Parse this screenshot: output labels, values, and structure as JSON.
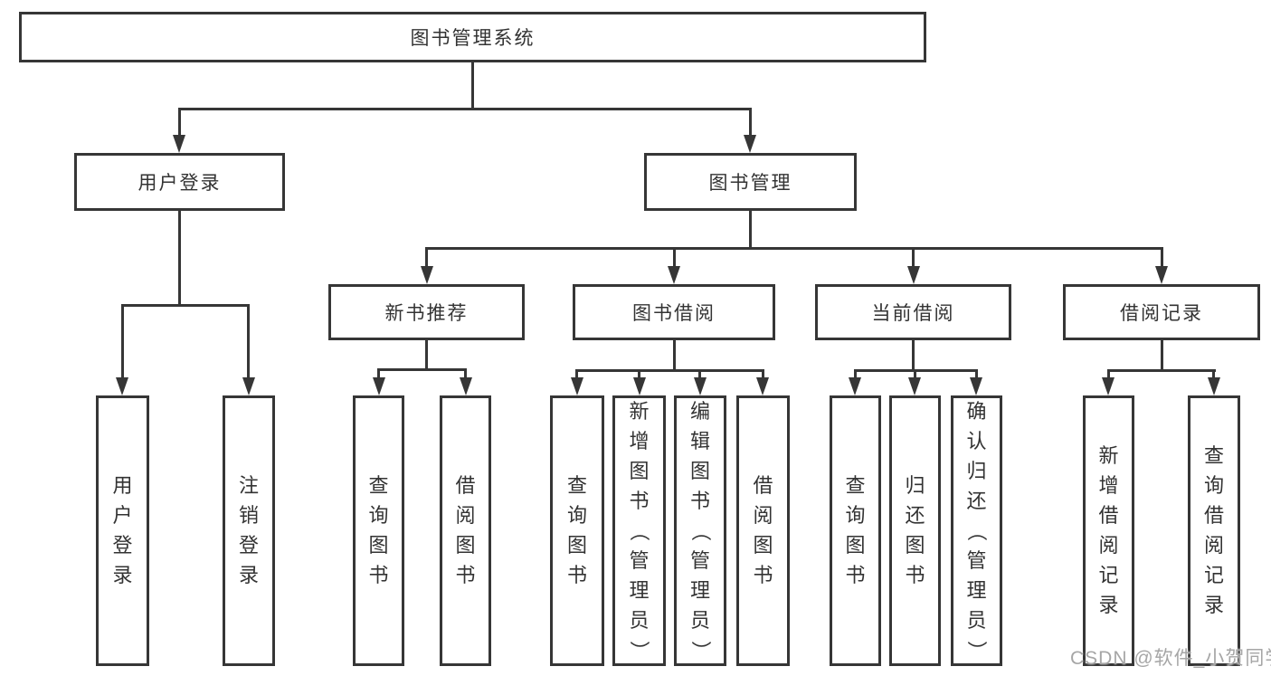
{
  "colors": {
    "line": "#363636",
    "text": "#333333",
    "watermark": "#a6a6a6",
    "background": "#ffffff"
  },
  "root": {
    "label": "图书管理系统"
  },
  "branches": {
    "user_login": {
      "label": "用户登录",
      "children": [
        "用户登录",
        "注销登录"
      ]
    },
    "book_management": {
      "label": "图书管理",
      "children": [
        {
          "label": "新书推荐",
          "children": [
            "查询图书",
            "借阅图书"
          ]
        },
        {
          "label": "图书借阅",
          "children": [
            "查询图书",
            "新增图书（管理员）",
            "编辑图书（管理员）",
            "借阅图书"
          ]
        },
        {
          "label": "当前借阅",
          "children": [
            "查询图书",
            "归还图书",
            "确认归还（管理员）"
          ]
        },
        {
          "label": "借阅记录",
          "children": [
            "新增借阅记录",
            "查询借阅记录"
          ]
        }
      ]
    }
  },
  "watermark": "CSDN @软件_小贺同学"
}
